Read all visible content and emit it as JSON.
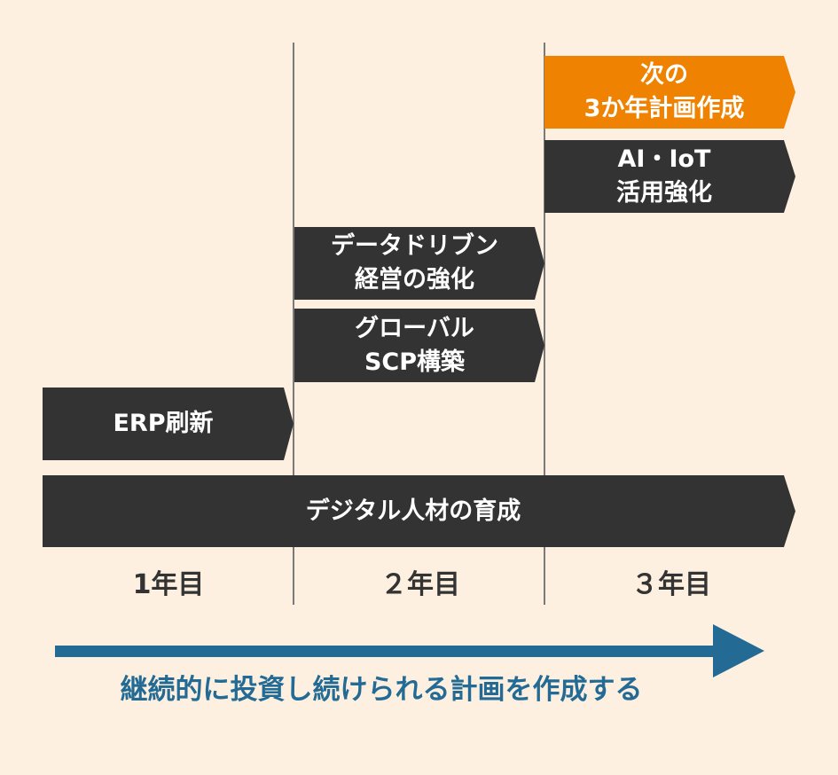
{
  "bars": {
    "next_plan": {
      "line1": "次の",
      "line2": "3か年計画作成"
    },
    "ai_iot": {
      "line1": "AI・IoT",
      "line2": "活用強化"
    },
    "data_driven": {
      "line1": "データドリブン",
      "line2": "経営の強化"
    },
    "global_scp": {
      "line1": "グローバル",
      "line2": "SCP構築"
    },
    "erp": {
      "line1": "ERP刷新"
    },
    "digital_talent": {
      "line1": "デジタル人材の育成"
    }
  },
  "years": [
    "1年目",
    "２年目",
    "３年目"
  ],
  "caption": "継続的に投資し続けられる計画を作成する",
  "colors": {
    "background": "#fdf0e1",
    "dark": "#333333",
    "accent": "#ef8200",
    "arrow": "#236b94"
  }
}
